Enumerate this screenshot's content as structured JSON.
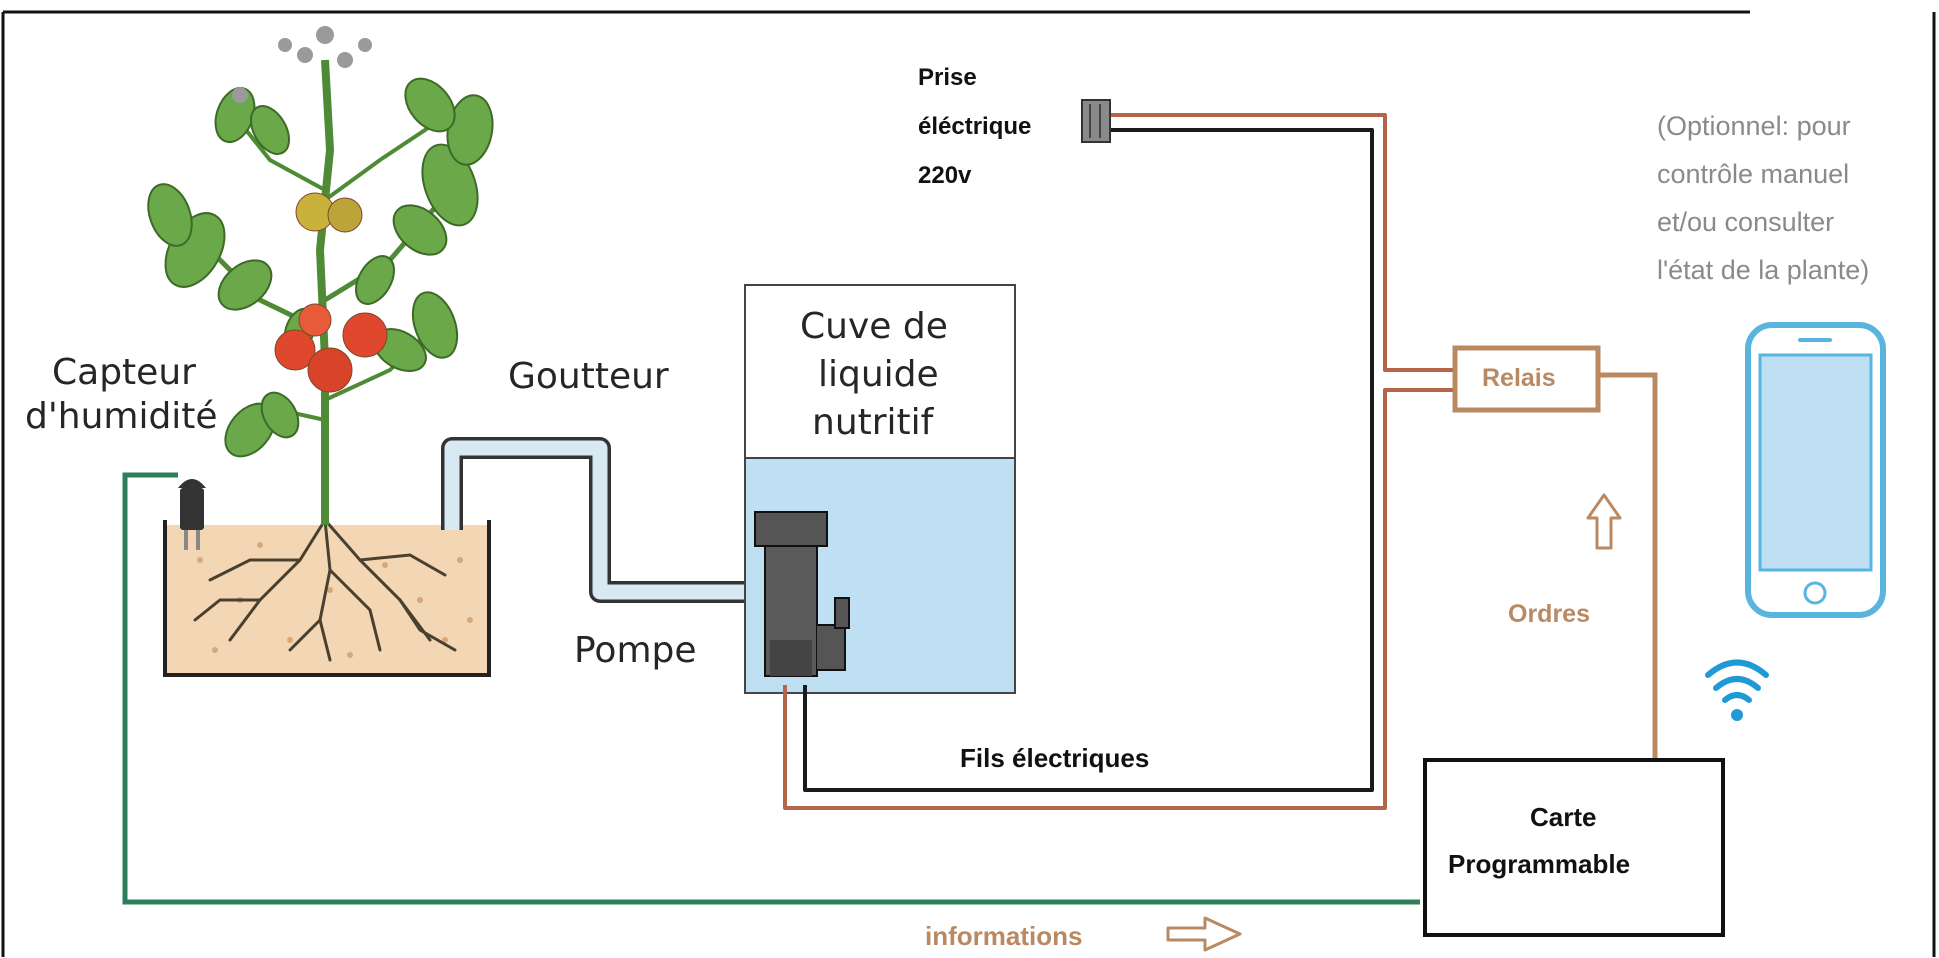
{
  "labels": {
    "moisture_sensor": [
      "Capteur",
      "d'humidité"
    ],
    "dripper": "Goutteur",
    "tank": [
      "Cuve de",
      "liquide",
      "nutritif"
    ],
    "pump": "Pompe",
    "outlet": [
      "Prise",
      "éléctrique",
      "220v"
    ],
    "relay": "Relais",
    "orders": "Ordres",
    "wires": "Fils électriques",
    "board": [
      "Carte",
      "Programmable"
    ],
    "informations": "informations",
    "optional": [
      "(Optionnel: pour",
      "contrôle manuel",
      "et/ou consulter",
      "l'état de la plante)"
    ]
  },
  "icons": {
    "plant": "tomato-plant-icon",
    "sensor": "moisture-sensor-probe-icon",
    "pump": "pump-icon",
    "outlet": "power-plug-icon",
    "phone": "smartphone-icon",
    "wifi": "wifi-icon",
    "arrow_up": "arrow-up-icon",
    "arrow_right": "arrow-right-icon"
  },
  "colors": {
    "power_wire": "#b5654a",
    "neutral_wire": "#1a1a1a",
    "signal_wire": "#b98a62",
    "sensor_wire": "#2e7d5b",
    "hose": "#d7e9f2",
    "liquid": "#bfe0f2",
    "phone": "#5ab4e0",
    "soil": "#f3d7b4"
  }
}
